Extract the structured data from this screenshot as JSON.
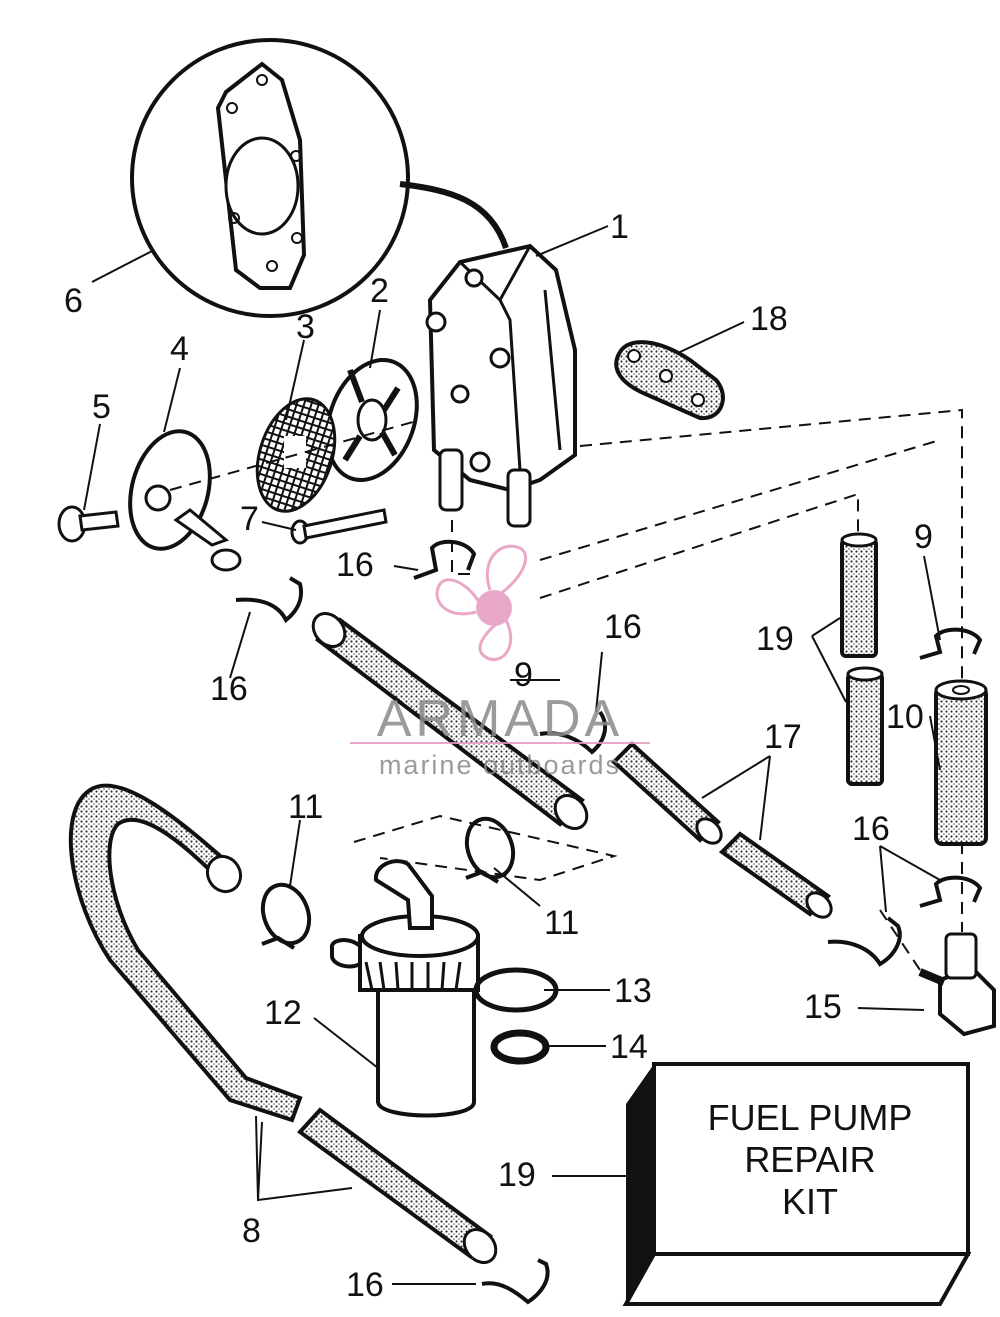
{
  "callouts": {
    "c1": "1",
    "c2": "2",
    "c3": "3",
    "c4": "4",
    "c5": "5",
    "c6": "6",
    "c7": "7",
    "c9a": "9",
    "c9b": "9",
    "c10": "10",
    "c11a": "11",
    "c11b": "11",
    "c12": "12",
    "c13": "13",
    "c14": "14",
    "c15": "15",
    "c16a": "16",
    "c16b": "16",
    "c16c": "16",
    "c16d": "16",
    "c16e": "16",
    "c17": "17",
    "c18": "18",
    "c19a": "19",
    "c19b": "19",
    "c8": "8"
  },
  "kit_box": {
    "line1": "FUEL PUMP",
    "line2": "REPAIR",
    "line3": "KIT"
  },
  "watermark": {
    "brand": "ARMADA",
    "tagline": "marine outboards",
    "color": "#e79ac0"
  },
  "colors": {
    "ink": "#111111",
    "hose_fill": "#d9d9d9",
    "brand_pink": "#e79ac0",
    "watermark_gray": "#8a8a8a"
  }
}
